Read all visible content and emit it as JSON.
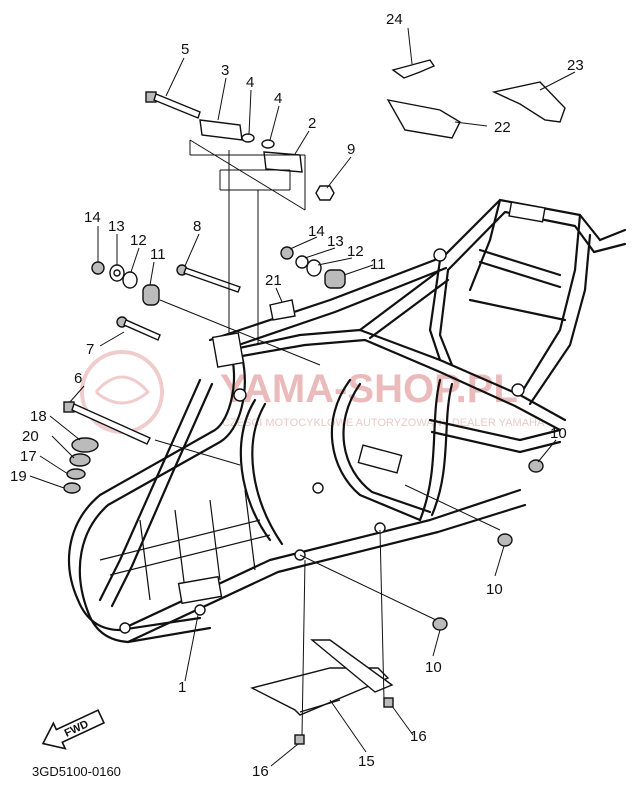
{
  "diagram": {
    "code": "3GD5100-0160",
    "fwd_label": "FWD",
    "watermark": {
      "main": "YAMA-SHOP.PL",
      "sub": "CZĘŚCI MOTOCYKLOWE AUTORYZOWANY DEALER YAMAHA"
    },
    "callouts": [
      {
        "id": "c1",
        "label": "1"
      },
      {
        "id": "c2",
        "label": "2"
      },
      {
        "id": "c3",
        "label": "3"
      },
      {
        "id": "c4a",
        "label": "4"
      },
      {
        "id": "c4b",
        "label": "4"
      },
      {
        "id": "c5",
        "label": "5"
      },
      {
        "id": "c6",
        "label": "6"
      },
      {
        "id": "c7",
        "label": "7"
      },
      {
        "id": "c8",
        "label": "8"
      },
      {
        "id": "c9",
        "label": "9"
      },
      {
        "id": "c10a",
        "label": "10"
      },
      {
        "id": "c10b",
        "label": "10"
      },
      {
        "id": "c10c",
        "label": "10"
      },
      {
        "id": "c11a",
        "label": "11"
      },
      {
        "id": "c11b",
        "label": "11"
      },
      {
        "id": "c12a",
        "label": "12"
      },
      {
        "id": "c12b",
        "label": "12"
      },
      {
        "id": "c13a",
        "label": "13"
      },
      {
        "id": "c13b",
        "label": "13"
      },
      {
        "id": "c14a",
        "label": "14"
      },
      {
        "id": "c14b",
        "label": "14"
      },
      {
        "id": "c15",
        "label": "15"
      },
      {
        "id": "c16a",
        "label": "16"
      },
      {
        "id": "c16b",
        "label": "16"
      },
      {
        "id": "c17",
        "label": "17"
      },
      {
        "id": "c18",
        "label": "18"
      },
      {
        "id": "c19",
        "label": "19"
      },
      {
        "id": "c20",
        "label": "20"
      },
      {
        "id": "c21",
        "label": "21"
      },
      {
        "id": "c22",
        "label": "22"
      },
      {
        "id": "c23",
        "label": "23"
      },
      {
        "id": "c24",
        "label": "24"
      }
    ]
  }
}
